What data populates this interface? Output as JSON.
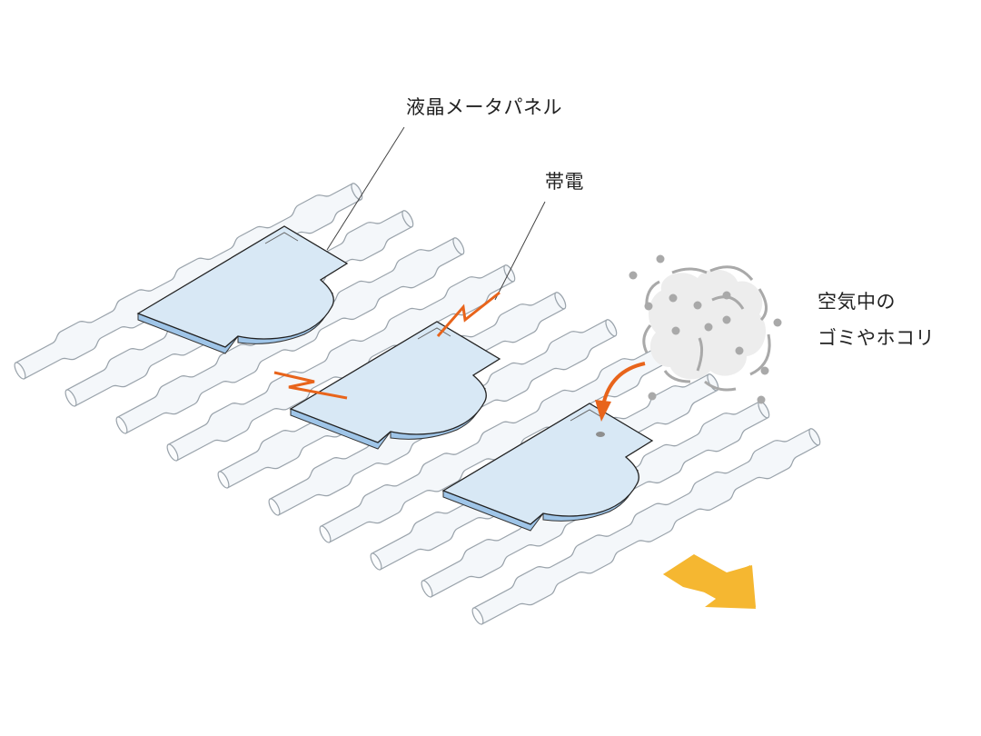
{
  "labels": {
    "lcd_panel": "液晶メータパネル",
    "static_charge": "帯電",
    "airborne_dust_line1": "空気中の",
    "airborne_dust_line2": "ゴミやホコリ"
  },
  "colors": {
    "panel_fill": "#d8e8f5",
    "panel_edge": "#9fc5e8",
    "roller_fill": "#f4f7fa",
    "roller_stroke": "#9aa3ab",
    "spark": "#e8641b",
    "dust_cloud": "#ededed",
    "dust_particle": "#a9a9a9",
    "flow_arrow": "#f5b731",
    "leader_line": "#444444",
    "text": "#222222"
  },
  "icons": {
    "sparks": "lightning-bolt-icon",
    "dust": "dust-cloud-icon",
    "direction": "conveyor-direction-arrow-icon"
  }
}
